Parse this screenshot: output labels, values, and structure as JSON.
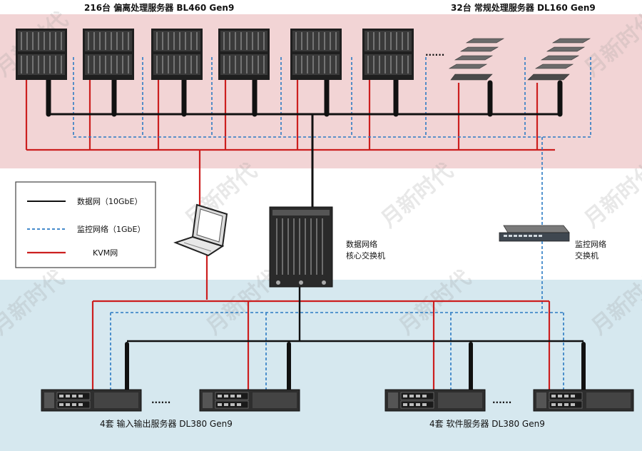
{
  "top_left_title": "216台 偏离处理服务器 BL460 Gen9",
  "top_right_title": "32台 常规处理服务器 DL160 Gen9",
  "ellipsis": "......",
  "legend": {
    "data_net": "数据网（10GbE）",
    "monitor_net": "监控网络（1GbE）",
    "kvm_net": "KVM网"
  },
  "core_switch_label": [
    "数据网络",
    "核心交换机"
  ],
  "monitor_switch_label": [
    "监控网络",
    "交换机"
  ],
  "bottom_left_caption": "4套  输入输出服务器 DL380 Gen9",
  "bottom_right_caption": "4套  软件服务器 DL380 Gen9",
  "watermark": "月新时代",
  "colors": {
    "data": "#111111",
    "monitor": "#2b7bc4",
    "kvm": "#cc1f1f",
    "top_bg": "#f2d4d5",
    "bottom_bg": "#d6e8ef"
  }
}
